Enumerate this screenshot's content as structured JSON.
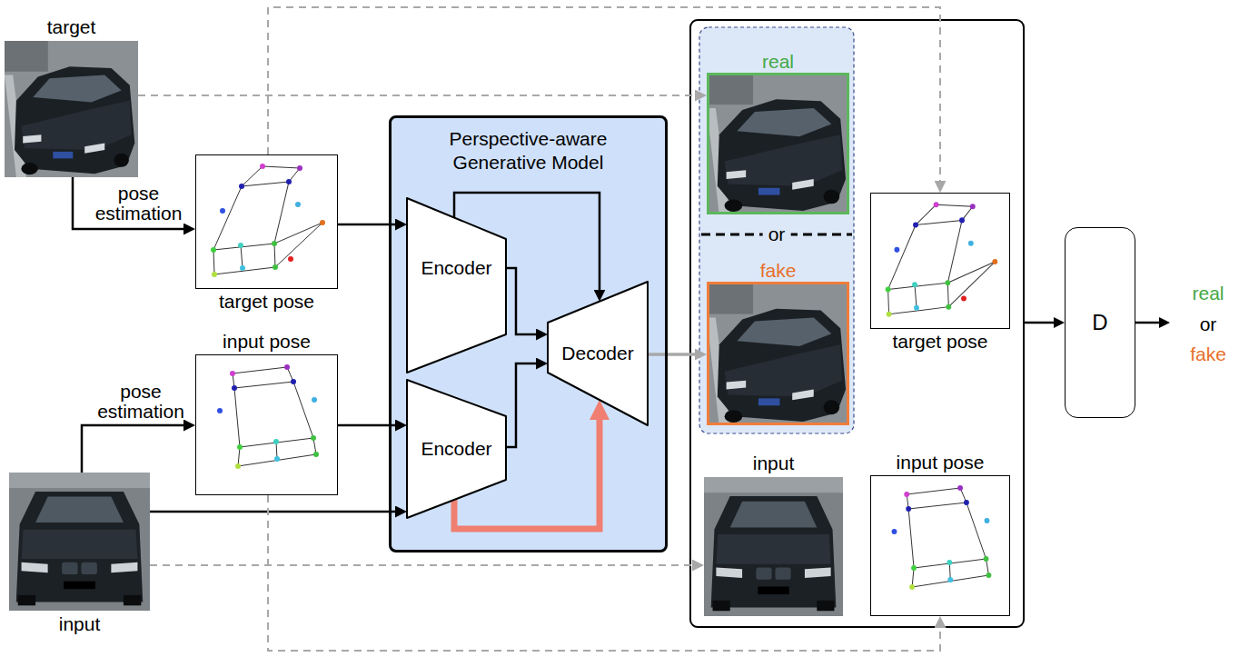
{
  "diagram": {
    "nodes": [
      {
        "text": [
          "target"
        ]
      },
      {
        "text": [
          "target pose"
        ]
      },
      {
        "text": [
          "Perspective-aware Generative Model"
        ]
      },
      {
        "text": [
          "Encoder"
        ],
        "in": 2
      },
      {
        "text": [
          "Encoder"
        ],
        "in": 2
      },
      {
        "text": [
          "Decoder"
        ],
        "in": 2
      },
      {
        "text": [
          "real"
        ]
      },
      {
        "text": [
          "fake"
        ]
      },
      {
        "text": [
          "target pose"
        ]
      },
      {
        "text": [
          "D"
        ]
      },
      {
        "text": [
          "input pose"
        ]
      },
      {
        "text": [
          "input"
        ]
      },
      {
        "text": [
          "input"
        ]
      },
      {
        "text": [
          "input pose"
        ]
      }
    ],
    "edges": [
      {
        "from": 0,
        "to": 1,
        "arrow": "to",
        "label": "pose estimation"
      },
      {
        "from": 11,
        "to": 10,
        "arrow": "to",
        "label": "pose estimation"
      },
      {
        "from": 1,
        "to": 3,
        "arrow": "to"
      },
      {
        "from": 10,
        "to": 4,
        "arrow": "to"
      },
      {
        "from": 11,
        "to": 4,
        "arrow": "to"
      },
      {
        "from": 3,
        "to": 5,
        "arrow": "to"
      },
      {
        "from": 3,
        "to": 5,
        "arrow": "to"
      },
      {
        "from": 4,
        "to": 5,
        "arrow": "to"
      },
      {
        "from": 4,
        "to": 5,
        "arrow": "to"
      },
      {
        "from": 5,
        "to": 7,
        "arrow": "to"
      },
      {
        "from": 0,
        "to": 6,
        "arrow": "to"
      },
      {
        "from": 1,
        "to": 8,
        "arrow": "to"
      },
      {
        "from": 10,
        "to": 13,
        "arrow": "to"
      },
      {
        "from": 11,
        "to": 12,
        "arrow": "to"
      }
    ],
    "labels": [
      "or",
      "real",
      "or",
      "fake"
    ]
  }
}
